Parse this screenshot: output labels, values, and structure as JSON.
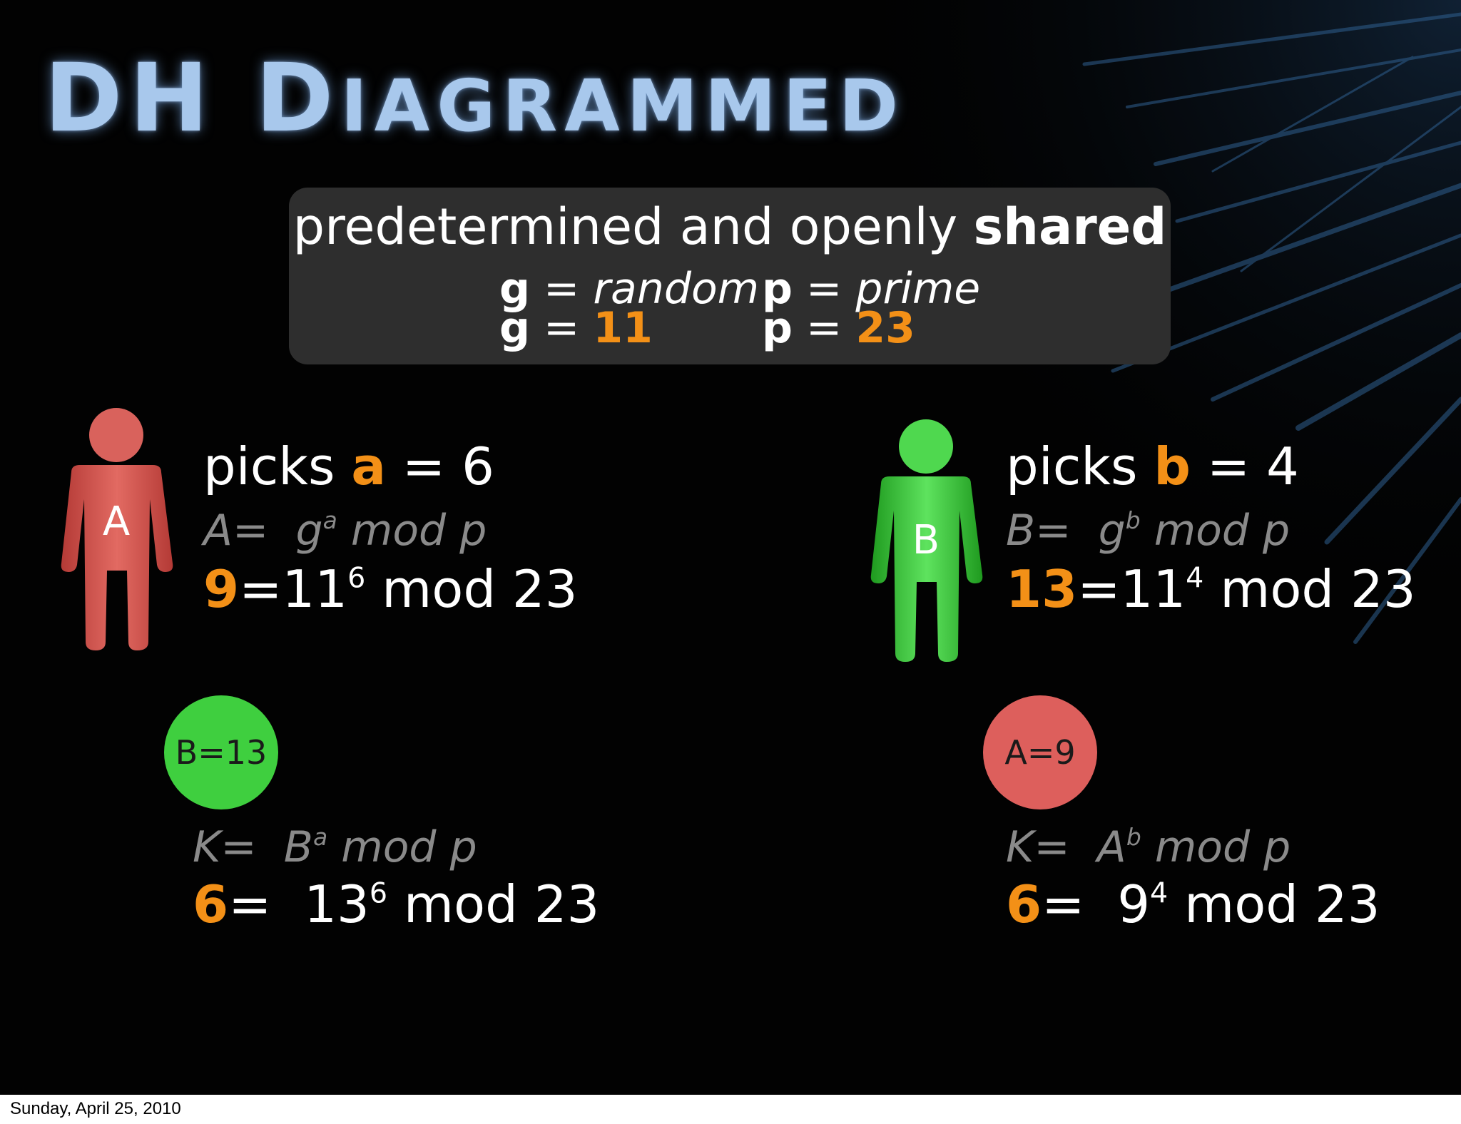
{
  "title": {
    "initials": "DH",
    "word_first": "D",
    "word_rest": "IAGRAMMED"
  },
  "shared": {
    "heading_prefix": "predetermined and openly",
    "heading_bold": "shared",
    "g_symbol": "g",
    "p_symbol": "p",
    "equals": "=",
    "g_desc": "random",
    "p_desc": "prime",
    "g_value": "11",
    "p_value": "23"
  },
  "alice": {
    "label": "A",
    "picks_prefix": "picks",
    "secret_symbol": "a",
    "picks_suffix": "= 6",
    "formula_lhs": "A=",
    "formula_base": "g",
    "formula_exp": "a",
    "formula_rest": "mod p",
    "public_value": "9",
    "calc_base": "=11",
    "calc_exp": "6",
    "calc_rest": "mod 23",
    "received_label": "B=13",
    "key_lhs": "K=",
    "key_base": "B",
    "key_exp": "a",
    "key_rest": "mod p",
    "key_value": "6",
    "key_calc_eq": "=",
    "key_calc_base": "13",
    "key_calc_exp": "6",
    "key_calc_rest": "mod 23"
  },
  "bob": {
    "label": "B",
    "picks_prefix": "picks",
    "secret_symbol": "b",
    "picks_suffix": "= 4",
    "formula_lhs": "B=",
    "formula_base": "g",
    "formula_exp": "b",
    "formula_rest": "mod p",
    "public_value": "13",
    "calc_base": "=11",
    "calc_exp": "4",
    "calc_rest": "mod 23",
    "received_label": "A=9",
    "key_lhs": "K=",
    "key_base": "A",
    "key_exp": "b",
    "key_rest": "mod p",
    "key_value": "6",
    "key_calc_eq": "=",
    "key_calc_base": "9",
    "key_calc_exp": "4",
    "key_calc_rest": "mod 23"
  },
  "footer": {
    "date": "Sunday, April 25, 2010"
  },
  "colors": {
    "background": "#020202",
    "title": "#a8c8ec",
    "accent_orange": "#f39017",
    "alice_red": "#d9534f",
    "bob_green": "#3fcf3f",
    "formula_gray": "#8a8a8a",
    "box_gray": "#2e2e2e"
  }
}
